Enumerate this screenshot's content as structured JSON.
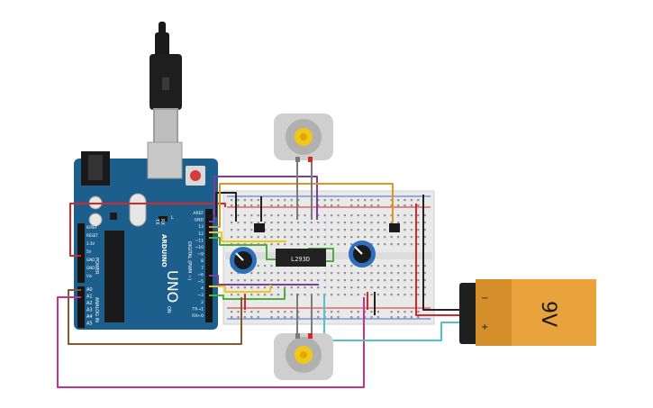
{
  "arduino": {
    "brand": "ARDUINO",
    "model": "UNO",
    "power_header_labels": [
      "IOREF",
      "RESET",
      "3.3V",
      "5V",
      "GND",
      "GND",
      "Vin"
    ],
    "analog_header_labels": [
      "A0",
      "A1",
      "A2",
      "A3",
      "A4",
      "A5"
    ],
    "digital_header_labels": [
      "AREF",
      "GND",
      "13",
      "12",
      "~11",
      "~10",
      "~9",
      "8",
      "7",
      "~6",
      "~5",
      "4",
      "~3",
      "2",
      "TX→1",
      "RX←0"
    ],
    "section_digital": "DIGITAL (PWM ~)",
    "section_power": "POWER",
    "section_analog": "ANALOG IN",
    "led_tx": "TX",
    "led_rx": "RX",
    "led_l": "L",
    "on_label": "ON"
  },
  "driver_chip": {
    "label": "L293D"
  },
  "battery": {
    "label": "9V",
    "minus": "−",
    "plus": "+",
    "body_color": "#e8a33d",
    "cap_color": "#1f1f1f"
  },
  "colors": {
    "board": "#1d5f8c",
    "wire_red": "#d62828",
    "wire_black": "#222222",
    "wire_purple": "#7b3fa0",
    "wire_orange": "#e3951f",
    "wire_yellow": "#f2c818",
    "wire_green": "#4caf3a",
    "wire_brown": "#8b5a2b",
    "wire_magenta": "#c2338f",
    "wire_teal": "#4fc3c8"
  }
}
